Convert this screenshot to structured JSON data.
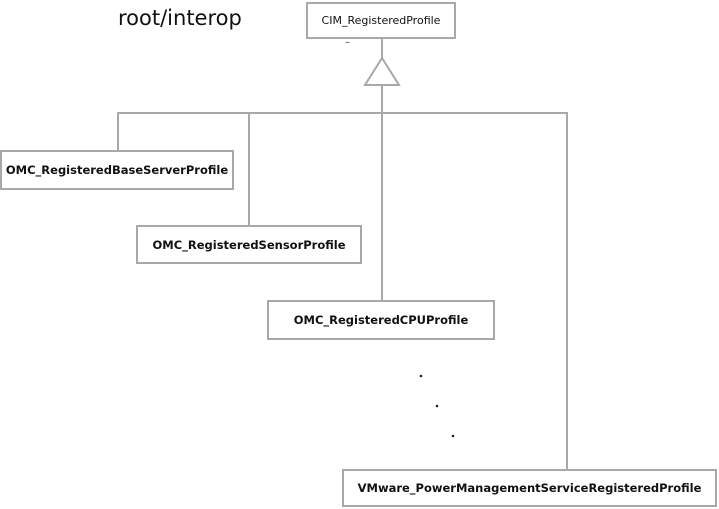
{
  "diagram": {
    "namespace": "root/interop",
    "parent_class": {
      "label": "CIM_RegisteredProfile",
      "stereotype_mark": "–"
    },
    "relationship": "generalization",
    "subclasses": [
      {
        "label": "OMC_RegisteredBaseServerProfile"
      },
      {
        "label": "OMC_RegisteredSensorProfile"
      },
      {
        "label": "OMC_RegisteredCPUProfile"
      },
      {
        "label": "VMware_PowerManagementServiceRegisteredProfile"
      }
    ],
    "ellipsis": "...",
    "colors": {
      "line": "#a8a8a8",
      "box_border": "#a8a8a8",
      "text": "#111111"
    }
  }
}
